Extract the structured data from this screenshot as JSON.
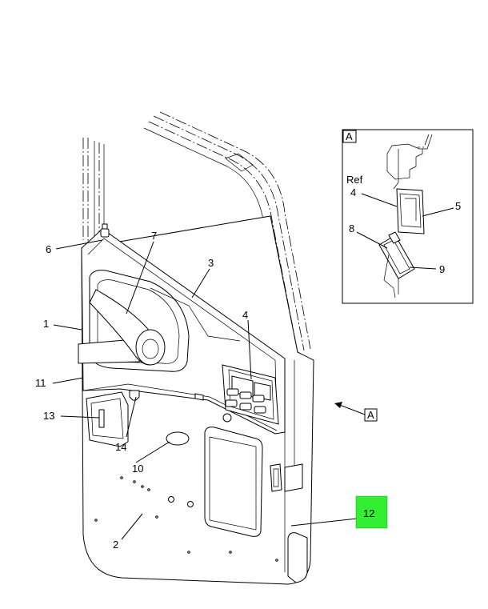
{
  "callouts": {
    "c1": "1",
    "c2": "2",
    "c3": "3",
    "c4": "4",
    "c6": "6",
    "c7": "7",
    "c10": "10",
    "c11": "11",
    "c12": "12",
    "c13": "13",
    "c14": "14"
  },
  "detail": {
    "tag": "A",
    "ref": "Ref",
    "c4": "4",
    "c5": "5",
    "c8": "8",
    "c9": "9"
  },
  "view_tag": "A",
  "colors": {
    "highlight": "#33ee33",
    "ink": "#000000",
    "background": "#ffffff"
  }
}
